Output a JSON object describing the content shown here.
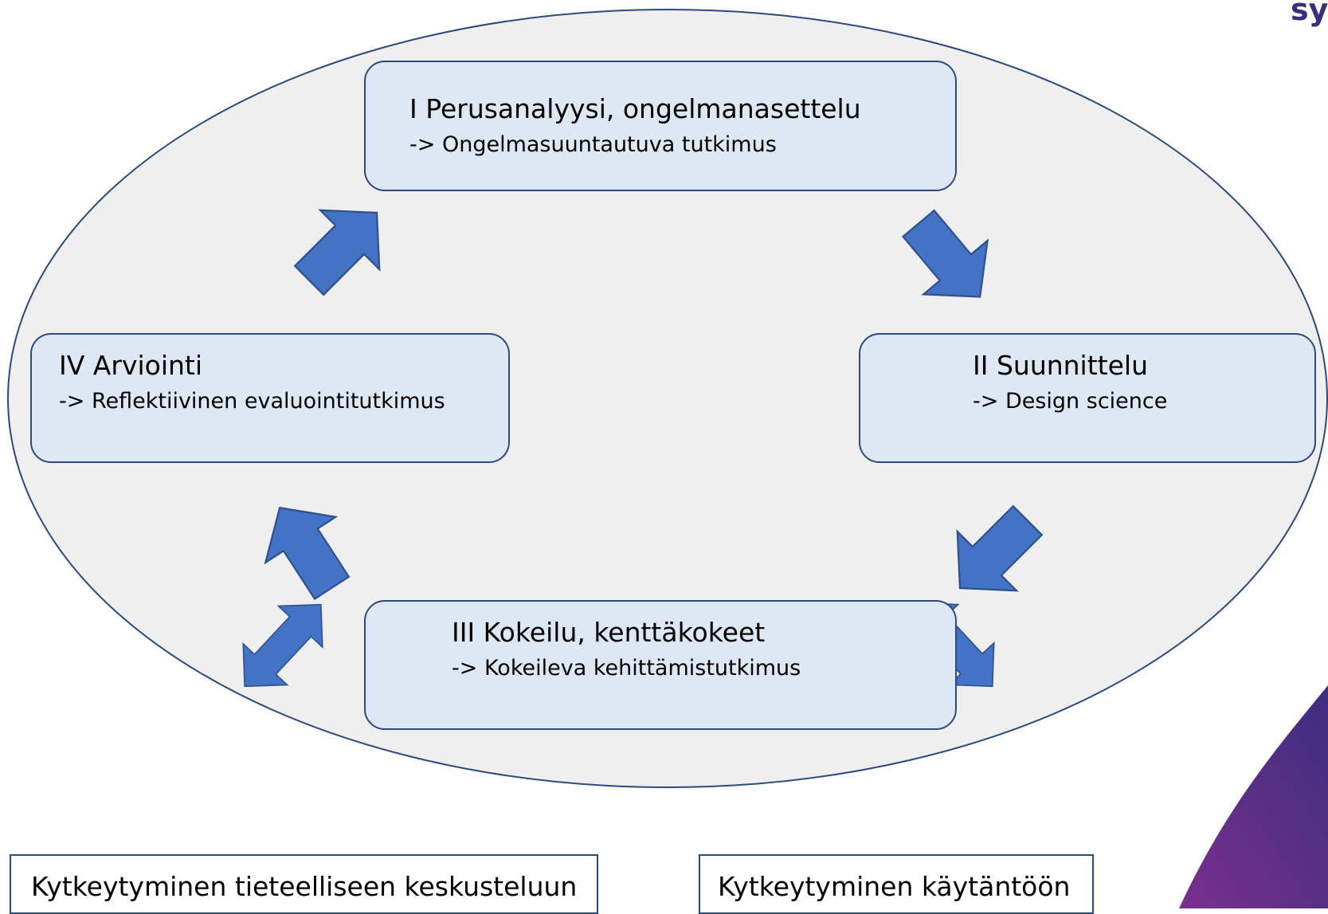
{
  "logo": {
    "text": "sy"
  },
  "stages": [
    {
      "title": "I Perusanalyysi, ongelmanasettelu",
      "subtitle": "-> Ongelmasuuntautuva tutkimus"
    },
    {
      "title": "II Suunnittelu",
      "subtitle": "-> Design science"
    },
    {
      "title": "III Kokeilu, kenttäkokeet",
      "subtitle": "-> Kokeileva kehittämistutkimus"
    },
    {
      "title": "IV Arviointi",
      "subtitle": "-> Reflektiivinen evaluointitutkimus"
    }
  ],
  "connections": {
    "science": "Kytkeytyminen tieteelliseen keskusteluun",
    "practice": "Kytkeytyminen käytäntöön"
  },
  "colors": {
    "ellipse_fill": "#efefef",
    "ellipse_stroke": "#2d4a78",
    "box_fill": "#dde8f4",
    "arrow_fill": "#4472c4",
    "arrow_stroke": "#2f528f",
    "corner_accent": "#5b2d8a"
  },
  "icons": [
    "arrow-icon",
    "double-arrow-icon"
  ]
}
